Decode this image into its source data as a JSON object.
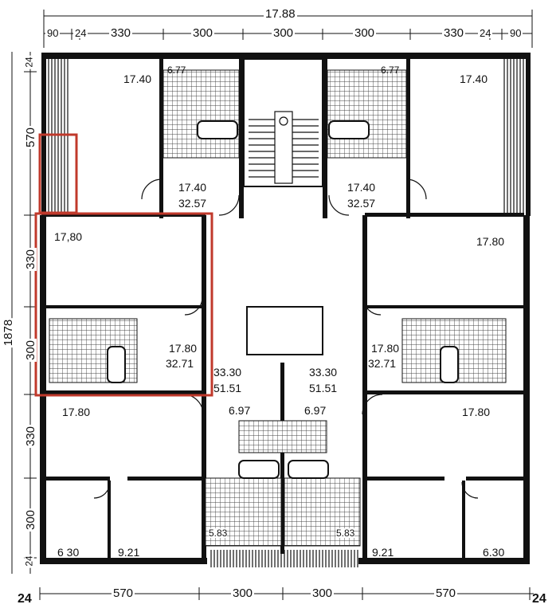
{
  "dimensions": {
    "overall_width": "17.88",
    "top_edge_left": "90",
    "top_small_left": "24",
    "top_seg_1": "330",
    "top_seg_2": "300",
    "top_seg_3": "300",
    "top_seg_4": "300",
    "top_seg_5": "330",
    "top_small_right": "24",
    "top_edge_right": "90",
    "left_top": "24",
    "left_seg_1": "570",
    "left_seg_2": "330",
    "left_overall": "1878",
    "left_seg_3": "300",
    "left_seg_4": "330",
    "left_seg_5": "300",
    "left_bottom": "24",
    "bottom_left_edge": "24",
    "bottom_seg_1": "570",
    "bottom_seg_2": "300",
    "bottom_seg_3": "300",
    "bottom_seg_4": "570",
    "bottom_right_edge": "24"
  },
  "areas": {
    "tl_room": "17.40",
    "tl_bath": "6.77",
    "tr_bath": "6.77",
    "tr_room": "17.40",
    "tl_apt_area": "17.40",
    "tl_apt_total": "32.57",
    "tr_apt_area": "17.40",
    "tr_apt_total": "32.57",
    "ml_room": "17,80",
    "mr_room": "17.80",
    "ml_apt_area": "17.80",
    "ml_apt_total": "32.71",
    "mr_apt_area": "17.80",
    "mr_apt_total": "32.71",
    "cl_apt_area": "33.30",
    "cl_apt_total": "51.51",
    "cr_apt_area": "33.30",
    "cr_apt_total": "51.51",
    "cl_hall": "6.97",
    "cr_hall": "6.97",
    "bl_room": "17.80",
    "br_room": "17.80",
    "cl_bath": "5.83",
    "cr_bath": "5.83",
    "bl_small": "6 30",
    "bl_kitchen": "9.21",
    "br_kitchen": "9.21",
    "br_small": "6.30"
  },
  "colors": {
    "highlight": "#c0392b",
    "wall": "#111111",
    "hatch": "#555555"
  }
}
